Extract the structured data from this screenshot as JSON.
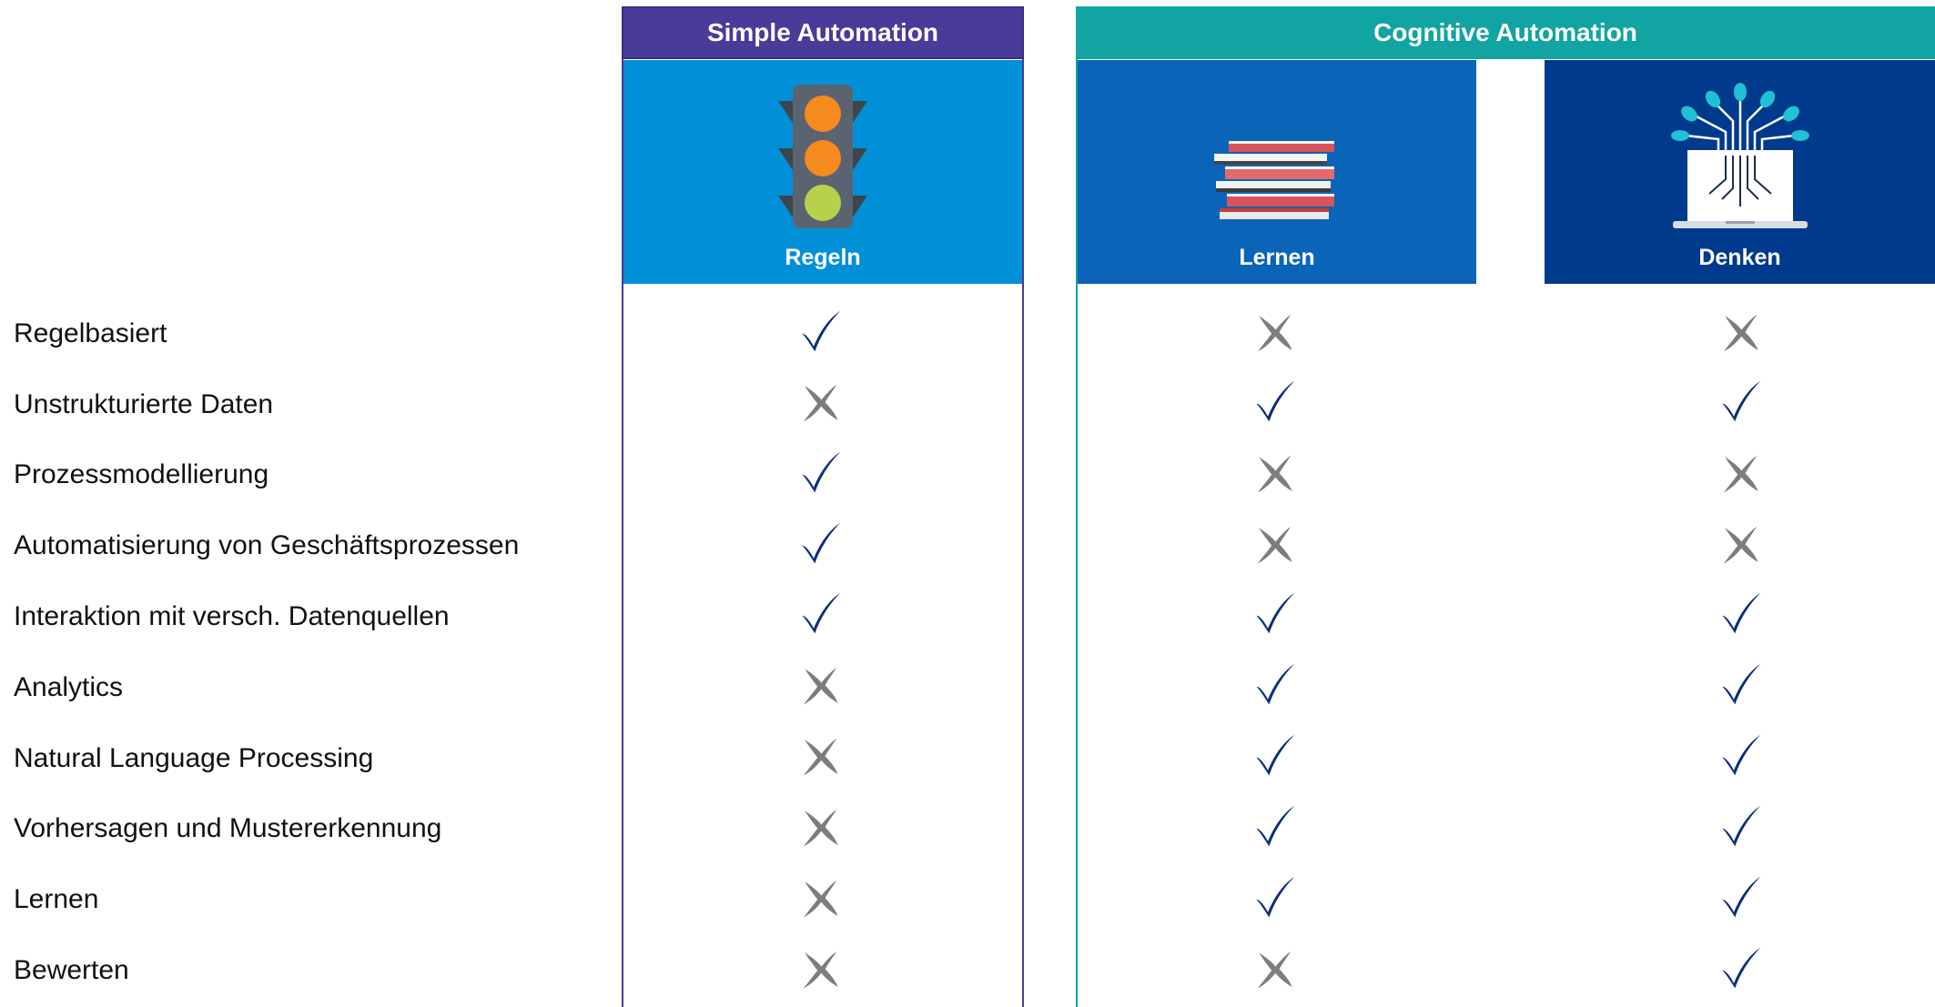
{
  "groups": {
    "simple": {
      "title": "Simple Automation",
      "color": "#4a3a9a",
      "border": "#4a3a9a"
    },
    "cognitive": {
      "title": "Cognitive Automation",
      "color": "#12a3a3",
      "border": "#12a3a3"
    }
  },
  "columns": [
    {
      "label": "Regeln",
      "icon": "traffic-light-icon",
      "bg": "#0090d8"
    },
    {
      "label": "Lernen",
      "icon": "books-icon",
      "bg": "#0a64b8"
    },
    {
      "label": "Denken",
      "icon": "circuit-laptop-icon",
      "bg": "#003a8c"
    }
  ],
  "rows": [
    {
      "label": "Regelbasiert",
      "values": [
        true,
        false,
        false
      ]
    },
    {
      "label": "Unstrukturierte Daten",
      "values": [
        false,
        true,
        true
      ]
    },
    {
      "label": "Prozessmodellierung",
      "values": [
        true,
        false,
        false
      ]
    },
    {
      "label": "Automatisierung von Geschäftsprozessen",
      "values": [
        true,
        false,
        false
      ]
    },
    {
      "label": "Interaktion mit versch. Datenquellen",
      "values": [
        true,
        true,
        true
      ]
    },
    {
      "label": "Analytics",
      "values": [
        false,
        true,
        true
      ]
    },
    {
      "label": "Natural Language Processing",
      "values": [
        false,
        true,
        true
      ]
    },
    {
      "label": "Vorhersagen und Mustererkennung",
      "values": [
        false,
        true,
        true
      ]
    },
    {
      "label": "Lernen",
      "values": [
        false,
        true,
        true
      ]
    },
    {
      "label": "Bewerten",
      "values": [
        false,
        false,
        true
      ]
    }
  ],
  "colors": {
    "check": "#0c2f7a",
    "cross": "#7d7d7d"
  }
}
